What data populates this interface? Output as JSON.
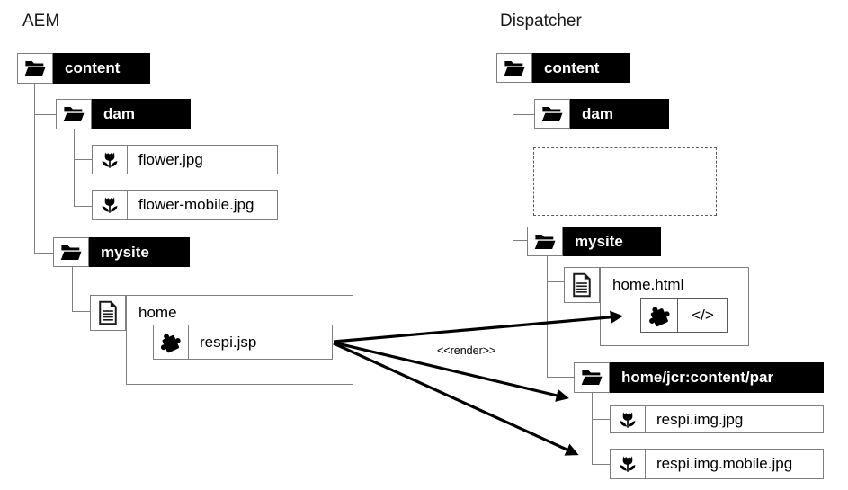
{
  "titles": {
    "left": "AEM",
    "right": "Dispatcher"
  },
  "aem": {
    "content": "content",
    "dam": "dam",
    "flower_jpg": "flower.jpg",
    "flower_mobile_jpg": "flower-mobile.jpg",
    "mysite": "mysite",
    "home": "home",
    "respi_jsp": "respi.jsp"
  },
  "dispatcher": {
    "content": "content",
    "dam": "dam",
    "mysite": "mysite",
    "home_html": "home.html",
    "code_snippet": "</>",
    "par": "home/jcr:content/par",
    "respi_img_jpg": "respi.img.jpg",
    "respi_img_mobile_jpg": "respi.img.mobile.jpg"
  },
  "arrows": {
    "label": "<<render>>",
    "count": 3
  },
  "icons": {
    "folder-open-icon": "black open folder glyph",
    "image-icon": "black tulip flower glyph",
    "document-icon": "page with folded corner and text lines",
    "component-icon": "black jigsaw puzzle piece",
    "code-icon": "</>"
  },
  "colors": {
    "node_fill": "#000000",
    "node_text": "#ffffff",
    "box_border": "#7f7f7f",
    "dashed_border": "#595959",
    "arrow": "#000000",
    "background": "#ffffff"
  }
}
